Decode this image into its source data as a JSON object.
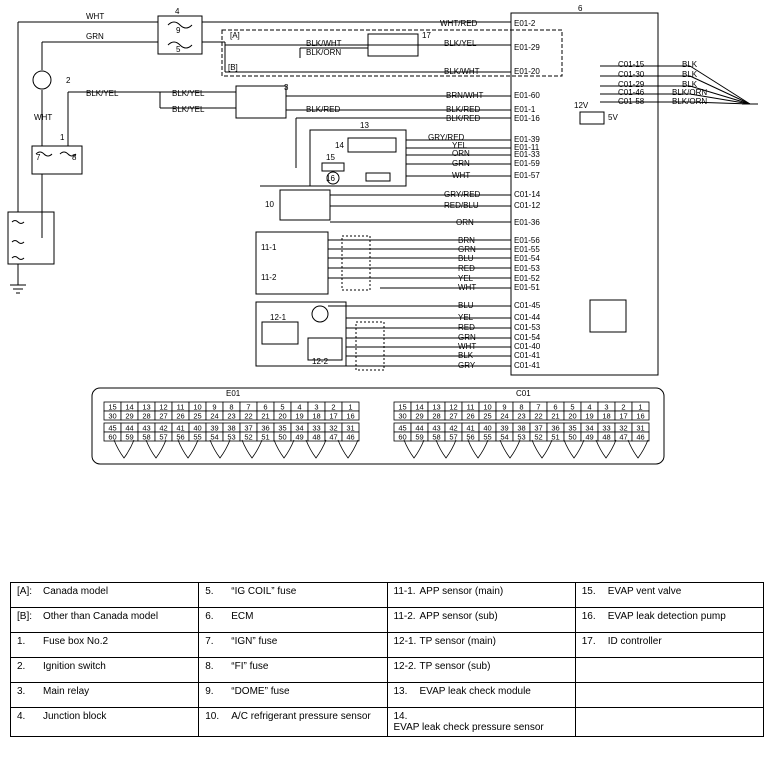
{
  "wire_labels": {
    "top_wht": "WHT",
    "grn": "GRN",
    "wht_red": "WHT/RED",
    "blk_wht": "BLK/WHT",
    "blk_orn": "BLK/ORN",
    "blk_yel_17": "BLK/YEL",
    "blk_wht_b": "BLK/WHT",
    "blk_yel_left": "BLK/YEL",
    "blk_yel_3a": "BLK/YEL",
    "blk_yel_3b": "BLK/YEL",
    "wht_left": "WHT",
    "brn_wht": "BRN/WHT",
    "blk_red_1": "BLK/RED",
    "blk_red_2": "BLK/RED",
    "blk_red_3": "BLK/RED",
    "gry_red_1": "GRY/RED",
    "yel_1": "YEL",
    "orn_1": "ORN",
    "grn_1": "GRN",
    "wht_1": "WHT",
    "gry_red_2": "GRY/RED",
    "red_blu": "RED/BLU",
    "orn_2": "ORN",
    "brn_2": "BRN",
    "grn_2": "GRN",
    "blu_2": "BLU",
    "red_2": "RED",
    "yel_2": "YEL",
    "wht_2": "WHT",
    "blu_3": "BLU",
    "yel_3": "YEL",
    "red_3": "RED",
    "grn_3": "GRN",
    "wht_3": "WHT",
    "blk_3": "BLK",
    "gry_3": "GRY",
    "c_blk1": "BLK",
    "c_blk2": "BLK",
    "c_blk3": "BLK",
    "c_blk_orn1": "BLK/ORN",
    "c_blk_orn2": "BLK/ORN",
    "v12": "12V",
    "v5": "5V"
  },
  "pins": {
    "e01_2": "E01-2",
    "e01_29": "E01-29",
    "e01_20": "E01-20",
    "e01_60": "E01-60",
    "e01_1": "E01-1",
    "e01_16": "E01-16",
    "e01_39": "E01-39",
    "e01_11": "E01-11",
    "e01_33": "E01-33",
    "e01_59": "E01-59",
    "e01_57": "E01-57",
    "c01_14": "C01-14",
    "c01_12": "C01-12",
    "e01_36": "E01-36",
    "e01_56": "E01-56",
    "e01_55": "E01-55",
    "e01_54": "E01-54",
    "e01_53": "E01-53",
    "e01_52": "E01-52",
    "e01_51": "E01-51",
    "c01_45": "C01-45",
    "c01_44": "C01-44",
    "c01_53": "C01-53",
    "c01_54": "C01-54",
    "c01_40": "C01-40",
    "c01_41a": "C01-41",
    "c01_41b": "C01-41",
    "c01_15": "C01-15",
    "c01_30": "C01-30",
    "c01_29": "C01-29",
    "c01_46": "C01-46",
    "c01_58": "C01-58"
  },
  "numbers": {
    "n4": "4",
    "n9": "9",
    "n5": "5",
    "n6": "6",
    "n17": "17",
    "n2": "2",
    "n3": "3",
    "n1": "1",
    "n7": "7",
    "n8": "8",
    "n13": "13",
    "n14": "14",
    "n15": "15",
    "n16": "16",
    "n10": "10",
    "n11_1": "11-1",
    "n11_2": "11-2",
    "n12_1": "12-1",
    "n12_2": "12-2",
    "a": "[A]",
    "b": "[B]"
  },
  "connectors": {
    "e01_title": "E01",
    "c01_title": "C01",
    "row1": [
      "15",
      "14",
      "13",
      "12",
      "11",
      "10",
      "9",
      "8",
      "7",
      "6",
      "5",
      "4",
      "3",
      "2",
      "1"
    ],
    "row2": [
      "30",
      "29",
      "28",
      "27",
      "26",
      "25",
      "24",
      "23",
      "22",
      "21",
      "20",
      "19",
      "18",
      "17",
      "16"
    ],
    "row3": [
      "45",
      "44",
      "43",
      "42",
      "41",
      "40",
      "39",
      "38",
      "37",
      "36",
      "35",
      "34",
      "33",
      "32",
      "31"
    ],
    "row4": [
      "60",
      "59",
      "58",
      "57",
      "56",
      "55",
      "54",
      "53",
      "52",
      "51",
      "50",
      "49",
      "48",
      "47",
      "46"
    ]
  },
  "legend": [
    [
      {
        "k": "[A]:",
        "v": "Canada model"
      },
      {
        "k": "5.",
        "v": "“IG COIL” fuse"
      },
      {
        "k": "11-1.",
        "v": "APP sensor (main)"
      },
      {
        "k": "15.",
        "v": "EVAP vent valve"
      }
    ],
    [
      {
        "k": "[B]:",
        "v": "Other than Canada model"
      },
      {
        "k": "6.",
        "v": "ECM"
      },
      {
        "k": "11-2.",
        "v": "APP sensor (sub)"
      },
      {
        "k": "16.",
        "v": "EVAP leak detection pump"
      }
    ],
    [
      {
        "k": "1.",
        "v": "Fuse box No.2"
      },
      {
        "k": "7.",
        "v": "“IGN” fuse"
      },
      {
        "k": "12-1.",
        "v": "TP sensor (main)"
      },
      {
        "k": "17.",
        "v": "ID controller"
      }
    ],
    [
      {
        "k": "2.",
        "v": "Ignition switch"
      },
      {
        "k": "8.",
        "v": "“FI” fuse"
      },
      {
        "k": "12-2.",
        "v": "TP sensor (sub)"
      },
      {
        "k": "",
        "v": ""
      }
    ],
    [
      {
        "k": "3.",
        "v": "Main relay"
      },
      {
        "k": "9.",
        "v": "“DOME” fuse"
      },
      {
        "k": "13.",
        "v": "EVAP leak check module"
      },
      {
        "k": "",
        "v": ""
      }
    ],
    [
      {
        "k": "4.",
        "v": "Junction block"
      },
      {
        "k": "10.",
        "v": "A/C refrigerant pressure sensor"
      },
      {
        "k": "14.",
        "v": "EVAP leak check pressure sensor"
      },
      {
        "k": "",
        "v": ""
      }
    ]
  ]
}
